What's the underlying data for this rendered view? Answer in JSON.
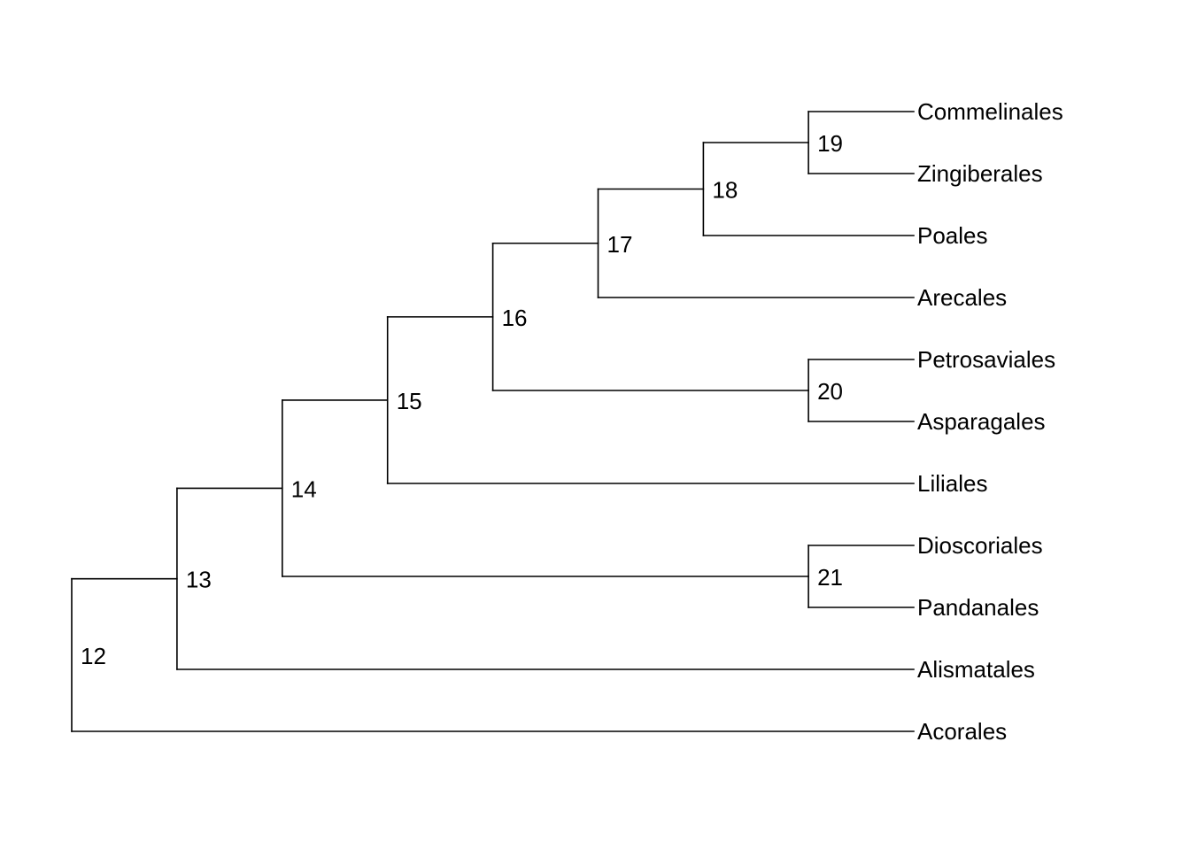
{
  "tree": {
    "tips": [
      {
        "id": 1,
        "label": "Commelinales"
      },
      {
        "id": 2,
        "label": "Zingiberales"
      },
      {
        "id": 3,
        "label": "Poales"
      },
      {
        "id": 4,
        "label": "Arecales"
      },
      {
        "id": 5,
        "label": "Petrosaviales"
      },
      {
        "id": 6,
        "label": "Asparagales"
      },
      {
        "id": 7,
        "label": "Liliales"
      },
      {
        "id": 8,
        "label": "Dioscoriales"
      },
      {
        "id": 9,
        "label": "Pandanales"
      },
      {
        "id": 10,
        "label": "Alismatales"
      },
      {
        "id": 11,
        "label": "Acorales"
      }
    ],
    "nodes": [
      {
        "id": 12,
        "label": "12",
        "children": [
          13,
          11
        ]
      },
      {
        "id": 13,
        "label": "13",
        "children": [
          14,
          10
        ]
      },
      {
        "id": 14,
        "label": "14",
        "children": [
          15,
          21
        ]
      },
      {
        "id": 15,
        "label": "15",
        "children": [
          16,
          7
        ]
      },
      {
        "id": 16,
        "label": "16",
        "children": [
          17,
          20
        ]
      },
      {
        "id": 17,
        "label": "17",
        "children": [
          18,
          4
        ]
      },
      {
        "id": 18,
        "label": "18",
        "children": [
          19,
          3
        ]
      },
      {
        "id": 19,
        "label": "19",
        "children": [
          1,
          2
        ]
      },
      {
        "id": 20,
        "label": "20",
        "children": [
          5,
          6
        ]
      },
      {
        "id": 21,
        "label": "21",
        "children": [
          8,
          9
        ]
      }
    ],
    "root": 12
  },
  "colors": {
    "line": "#000000",
    "text": "#000000",
    "background": "#ffffff"
  }
}
